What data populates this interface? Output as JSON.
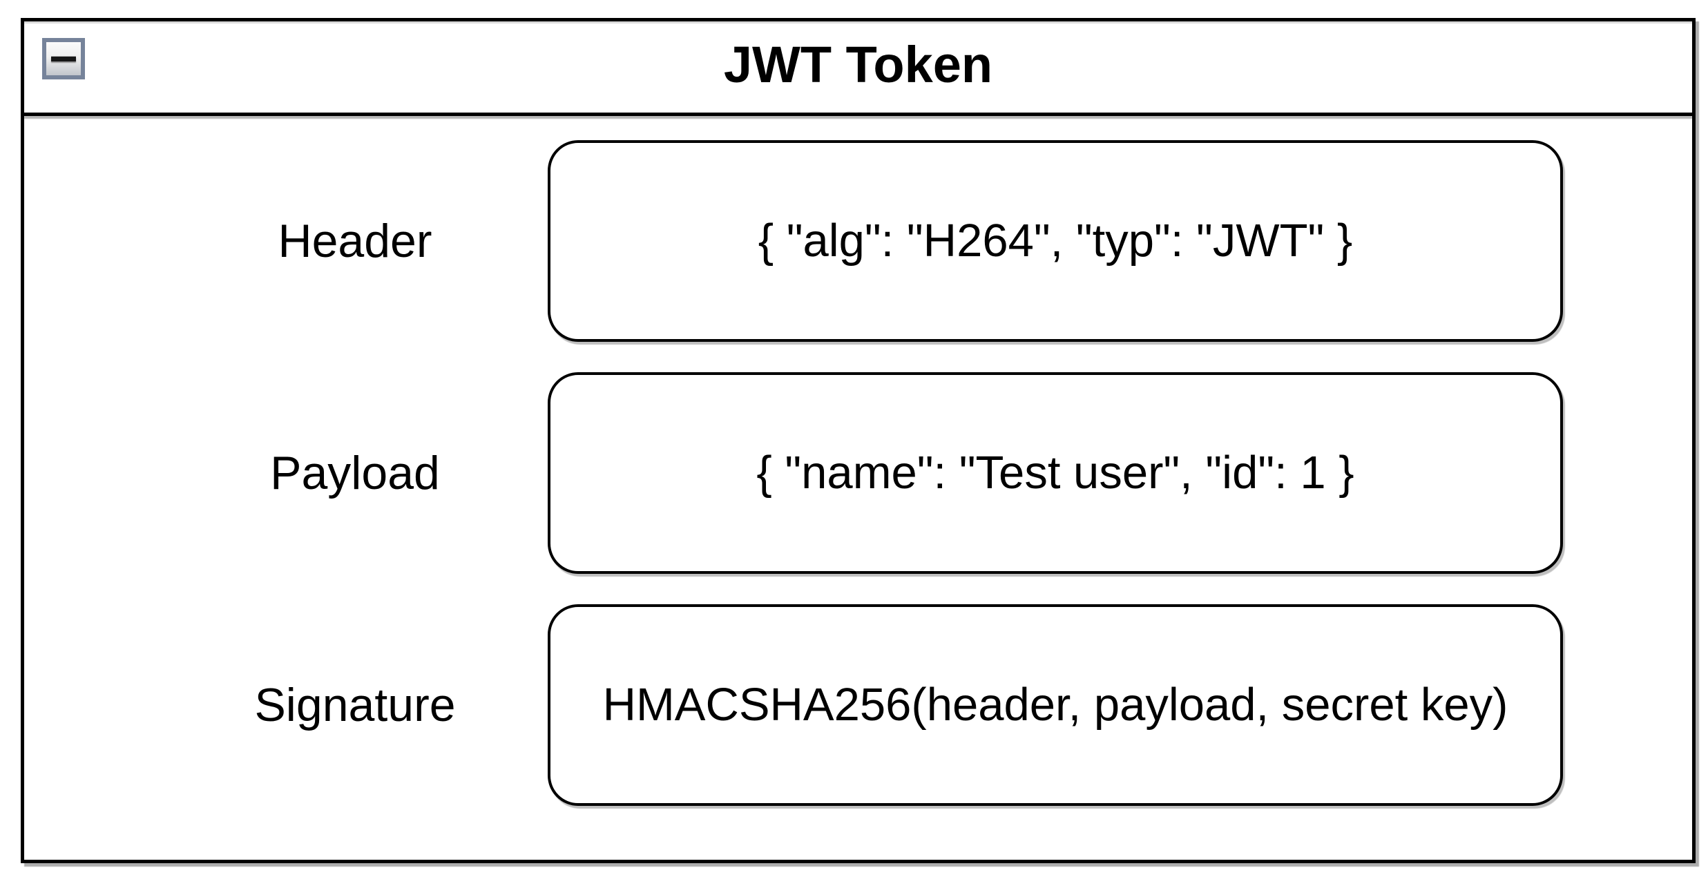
{
  "diagram": {
    "title": "JWT Token",
    "collapse_button": {
      "icon": "minus-icon"
    },
    "rows": [
      {
        "label": "Header",
        "content": "{ \"alg\": \"H264\", \"typ\": \"JWT\" }"
      },
      {
        "label": "Payload",
        "content": "{ \"name\": \"Test user\", \"id\": 1 }"
      },
      {
        "label": "Signature",
        "content": "HMACSHA256(header, payload, secret key)"
      }
    ],
    "colors": {
      "border": "#000000",
      "background": "#ffffff",
      "collapse_button_frame": "#76839a",
      "shadow_gray": "#999999"
    }
  }
}
